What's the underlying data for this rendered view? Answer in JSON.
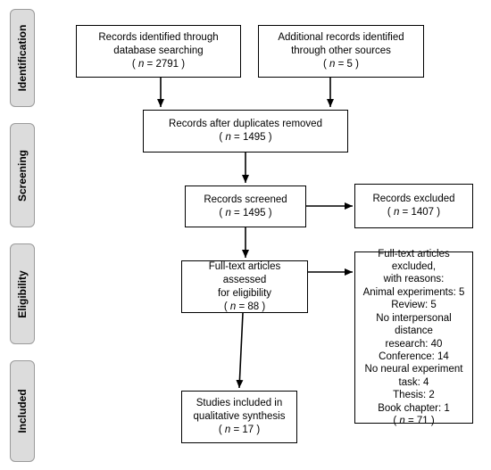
{
  "phases": [
    {
      "id": "identification",
      "label": "Identification"
    },
    {
      "id": "screening",
      "label": "Screening"
    },
    {
      "id": "eligibility",
      "label": "Eligibility"
    },
    {
      "id": "included",
      "label": "Included"
    }
  ],
  "boxes": {
    "db_search": {
      "lines": [
        "Records identified through",
        "database searching"
      ],
      "n": "2791"
    },
    "other_sources": {
      "lines": [
        "Additional records identified",
        "through other sources"
      ],
      "n": "5"
    },
    "after_duplicates": {
      "lines": [
        "Records after duplicates removed"
      ],
      "n": "1495"
    },
    "screened": {
      "lines": [
        "Records screened"
      ],
      "n": "1495"
    },
    "excluded": {
      "lines": [
        "Records excluded"
      ],
      "n": "1407"
    },
    "fulltext_assessed": {
      "lines": [
        "Full-text articles assessed",
        "for eligibility"
      ],
      "n": "88"
    },
    "fulltext_excluded": {
      "lines": [
        "Full-text articles excluded,",
        "with reasons:",
        "Animal experiments: 5",
        "Review: 5",
        "No interpersonal distance",
        "research: 40",
        "Conference: 14",
        "No neural experiment",
        "task: 4",
        "Thesis: 2",
        "Book chapter: 1"
      ],
      "n": "71"
    },
    "included": {
      "lines": [
        "Studies included in",
        "qualitative synthesis"
      ],
      "n": "17"
    }
  },
  "n_prefix": "( ",
  "n_label": "n",
  "n_equals": " = ",
  "n_suffix": " )"
}
